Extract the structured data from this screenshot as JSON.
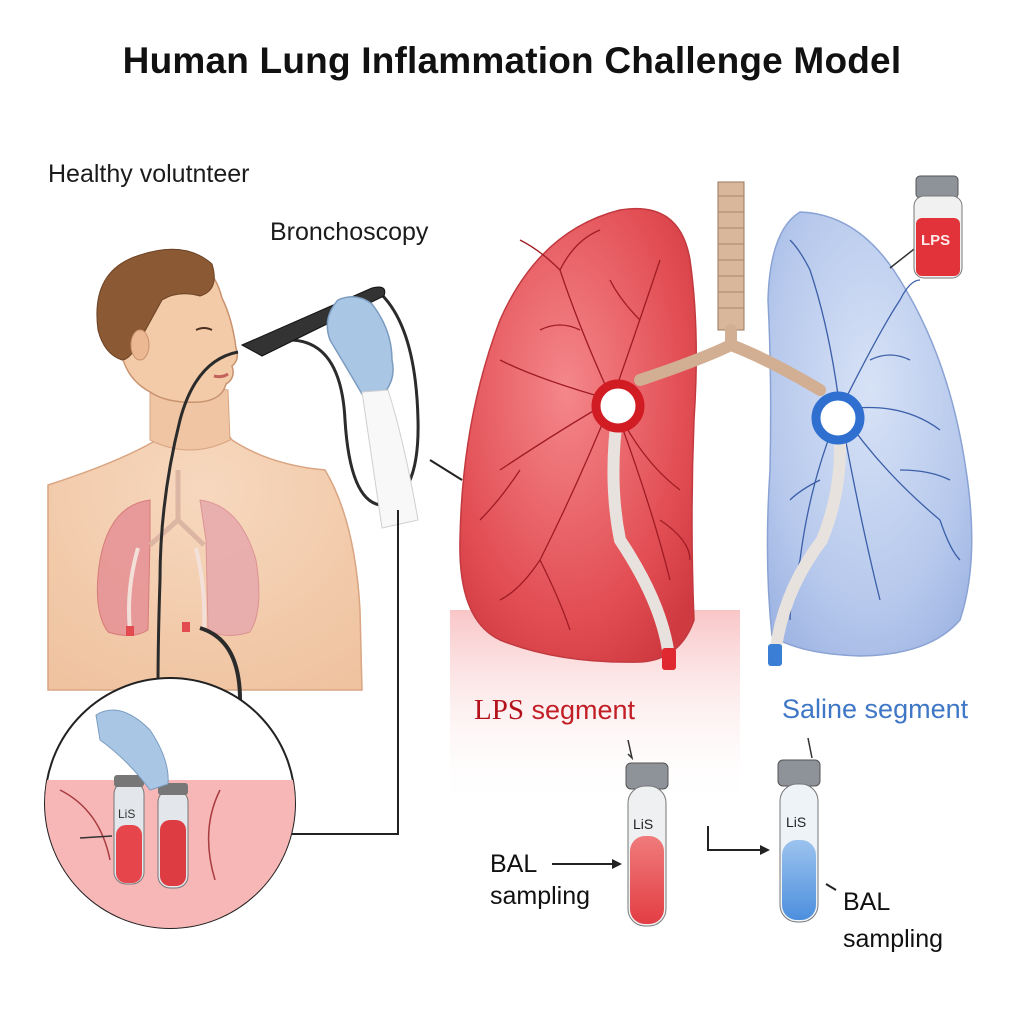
{
  "title": "Human Lung Inflammation Challenge Model",
  "labels": {
    "healthy_volunteer": "Healthy volutnteer",
    "bronchoscopy": "Bronchoscopy",
    "lps_segment_lps": "LPS",
    "lps_segment_word": "segment",
    "saline_segment": "Saline segment",
    "bal_left_line1": "BAL",
    "bal_left_line2": "sampling",
    "bal_right_line1": "BAL",
    "bal_right_line2": "sampling",
    "vial_label": "LPS",
    "tube_label_lps": "LiS",
    "tube_label_saline": "LiS",
    "inset_tube_label": "LiS"
  },
  "colors": {
    "lps_red": "#e04a4f",
    "saline_blue": "#7f9fd6",
    "skin": "#f2c9a8",
    "glove": "#a9c6e4",
    "scope": "#2b2b2b"
  }
}
